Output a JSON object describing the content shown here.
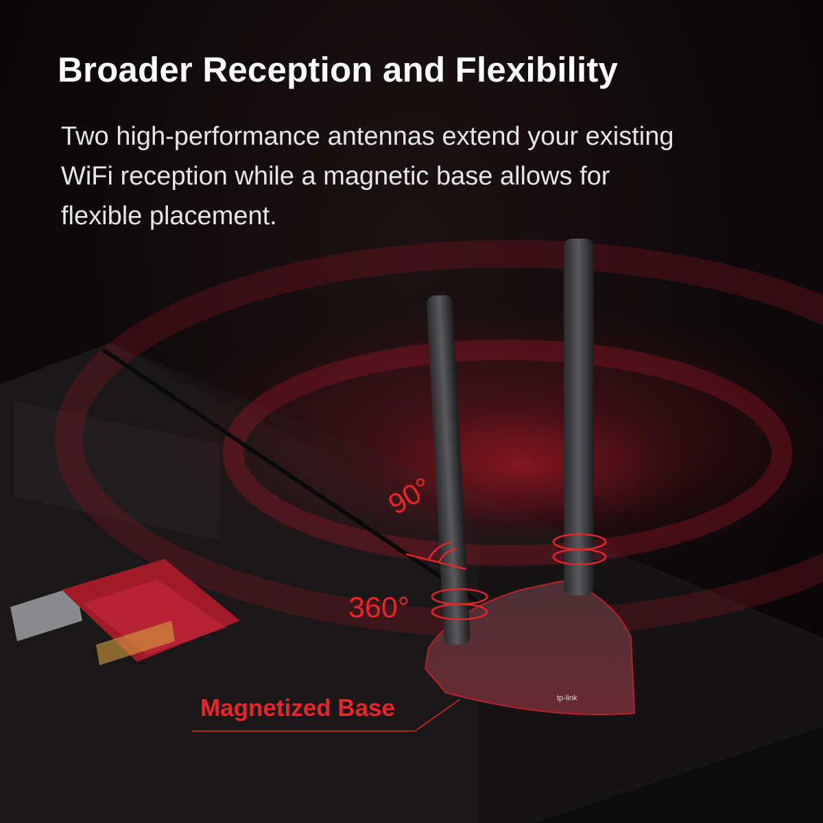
{
  "heading": "Broader Reception and Flexibility",
  "description": "Two high-performance antennas extend your existing WiFi reception while a magnetic base allows for flexible placement.",
  "callouts": {
    "tilt": "90°",
    "rotate": "360°",
    "base": "Magnetized Base"
  },
  "brand_logo": "tp-link",
  "colors": {
    "accent": "#e8252b",
    "background": "#0b0809",
    "heatsink": "#a01a28"
  }
}
